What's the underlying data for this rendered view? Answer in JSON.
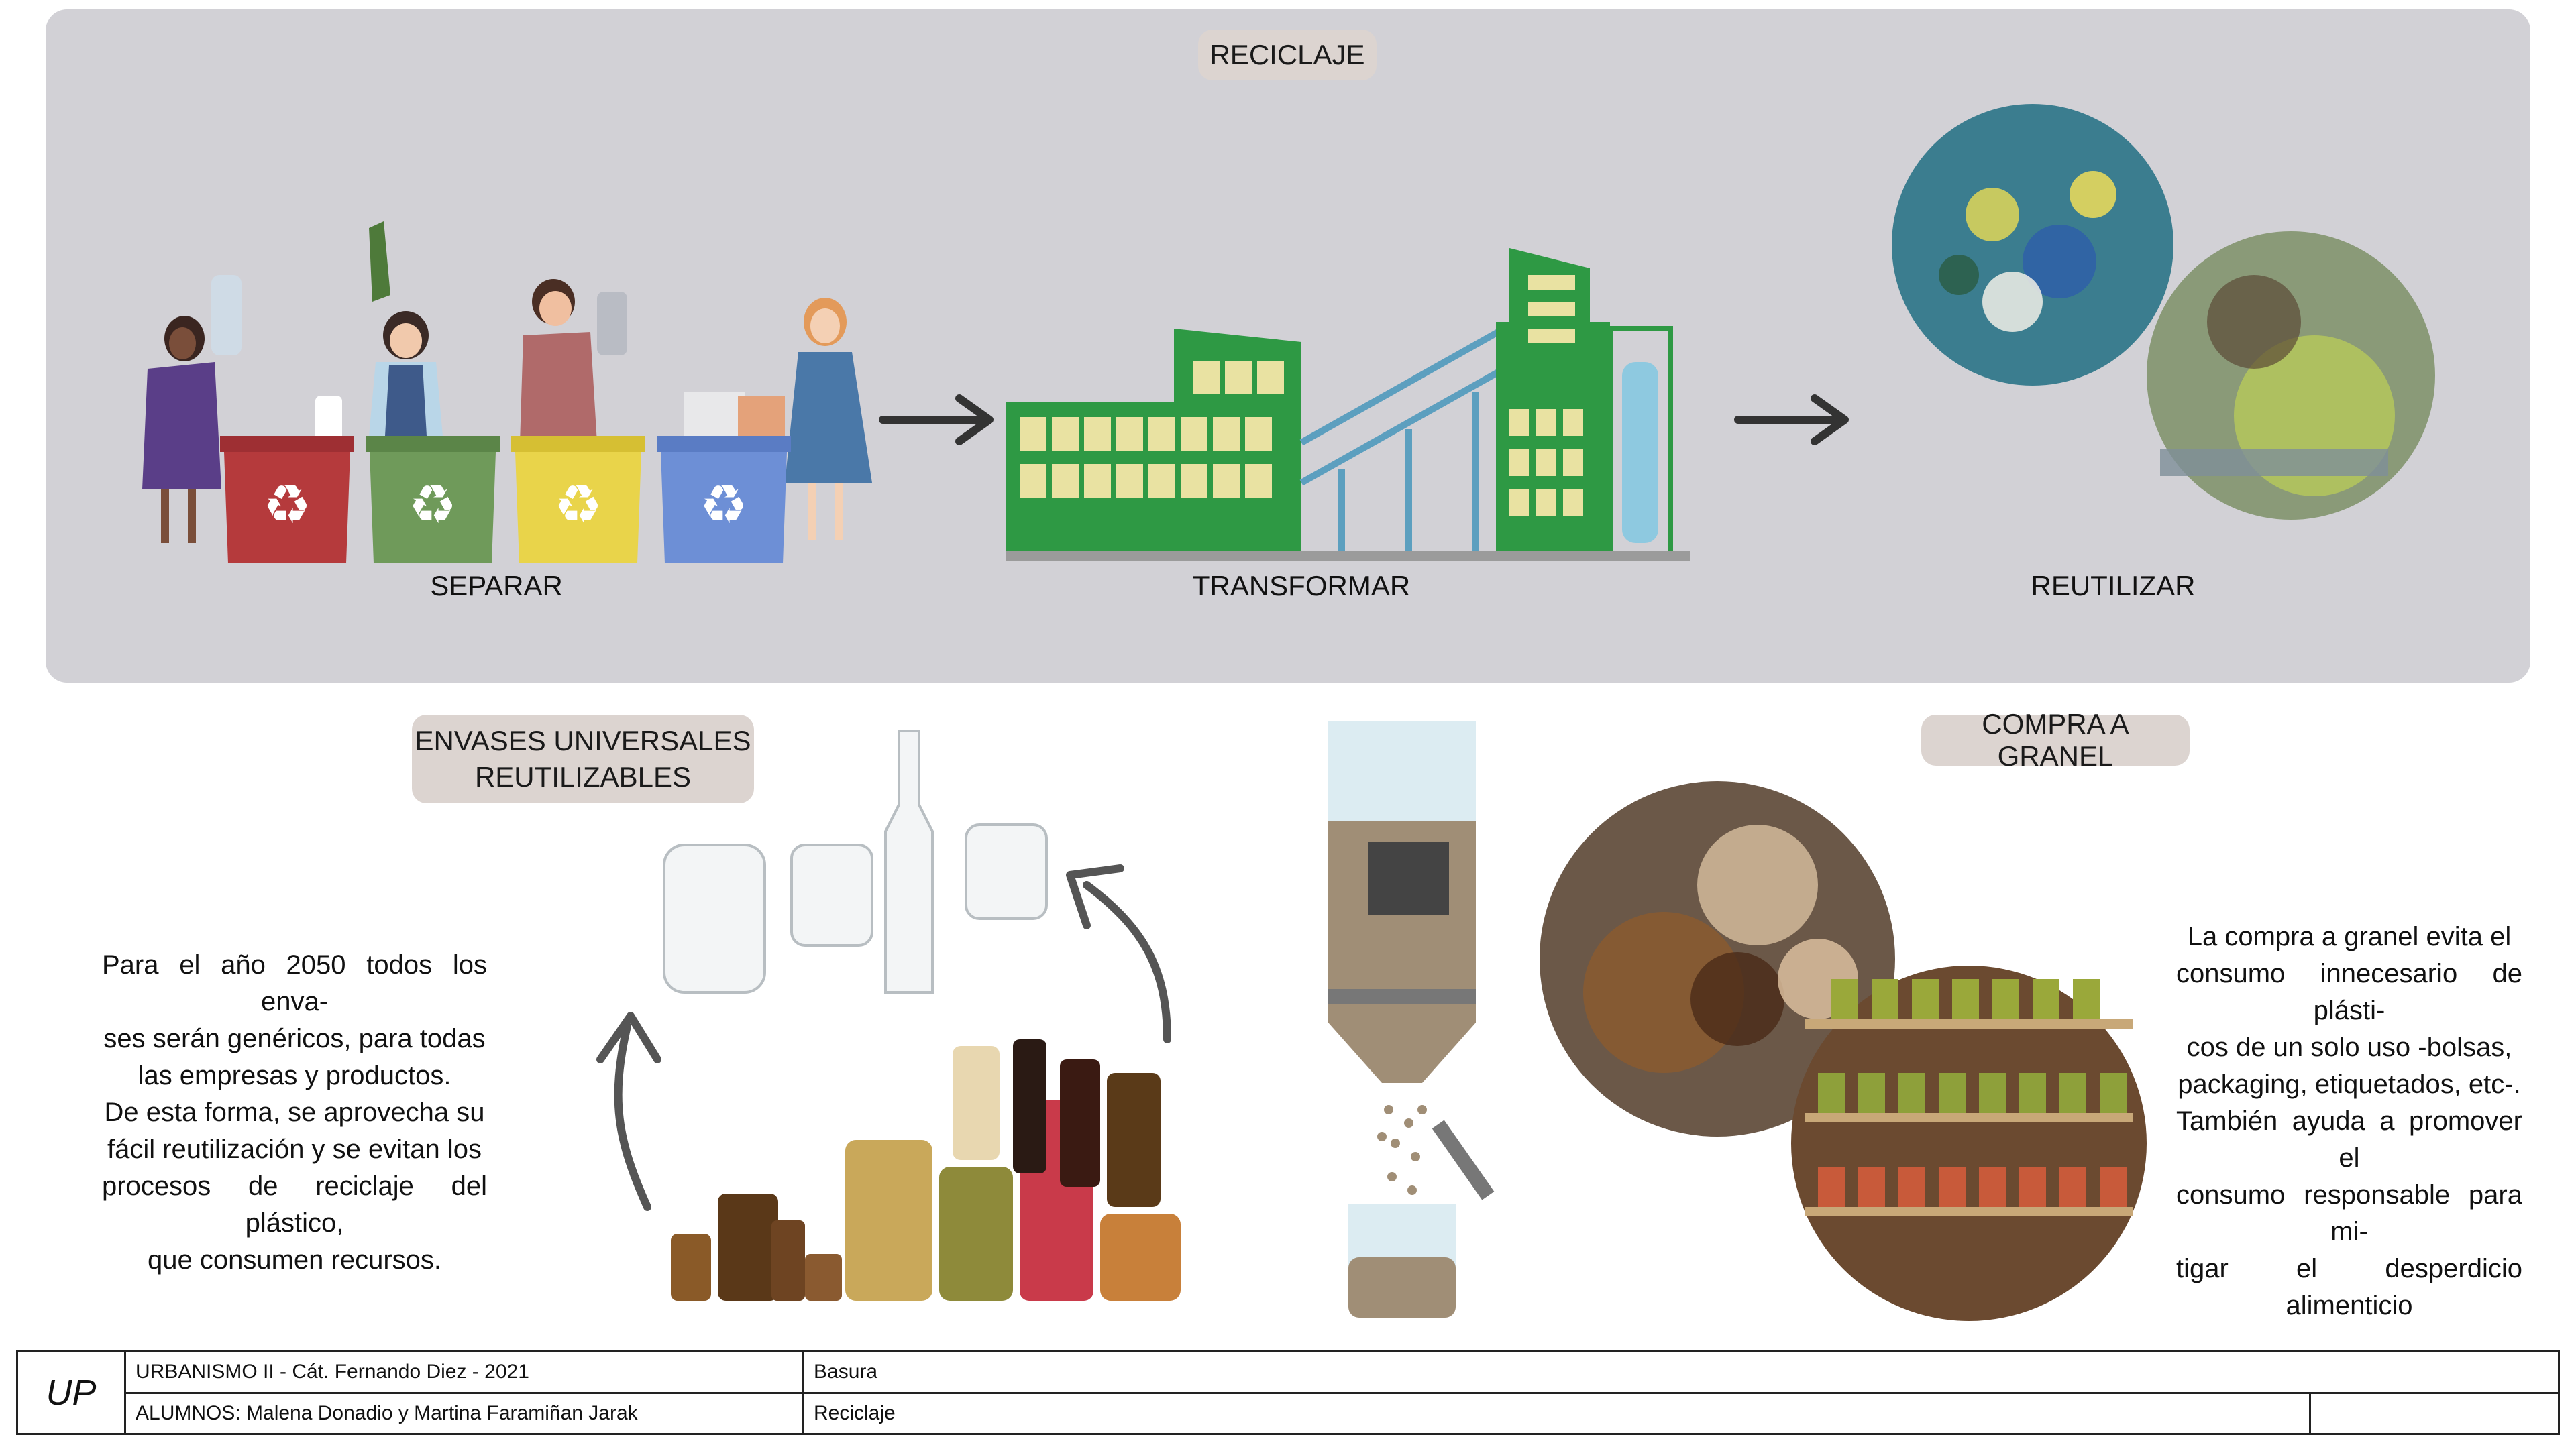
{
  "recycling": {
    "title": "RECICLAJE",
    "steps": [
      "SEPARAR",
      "TRANSFORMAR",
      "REUTILIZAR"
    ]
  },
  "envases": {
    "title_line1": "ENVASES  UNIVERSALES",
    "title_line2": "REUTILIZABLES",
    "text_lines": [
      "Para el año 2050 todos los enva-",
      "ses serán genéricos, para todas",
      "las empresas y productos.",
      "De esta forma, se aprovecha su",
      "fácil reutilización y se evitan los",
      "procesos de reciclaje del plástico,",
      "que consumen recursos."
    ]
  },
  "granel": {
    "title": "COMPRA A GRANEL",
    "text_lines": [
      "La compra a granel evita el",
      "consumo innecesario de plásti-",
      "cos de un solo uso -bolsas,",
      "packaging, etiquetados, etc-.",
      "También ayuda a promover el",
      "consumo responsable para mi-",
      "tigar el desperdicio alimenticio"
    ]
  },
  "footer": {
    "logo": "UP",
    "course": "URBANISMO II - Cát. Fernando Diez - 2021",
    "students": "ALUMNOS: Malena Donadio y Martina Faramiñan Jarak",
    "topic": "Basura",
    "subtopic": "Reciclaje"
  },
  "colors": {
    "panel": "#d2d1d6",
    "pill": "#dcd4d0",
    "bin_red": "#b53a3c",
    "bin_green": "#6f9a5a",
    "bin_yellow": "#e9d44a",
    "bin_blue": "#6d8fd6",
    "factory_green": "#2e9944",
    "window_yellow": "#e9e2a2",
    "arrow": "#333333"
  }
}
